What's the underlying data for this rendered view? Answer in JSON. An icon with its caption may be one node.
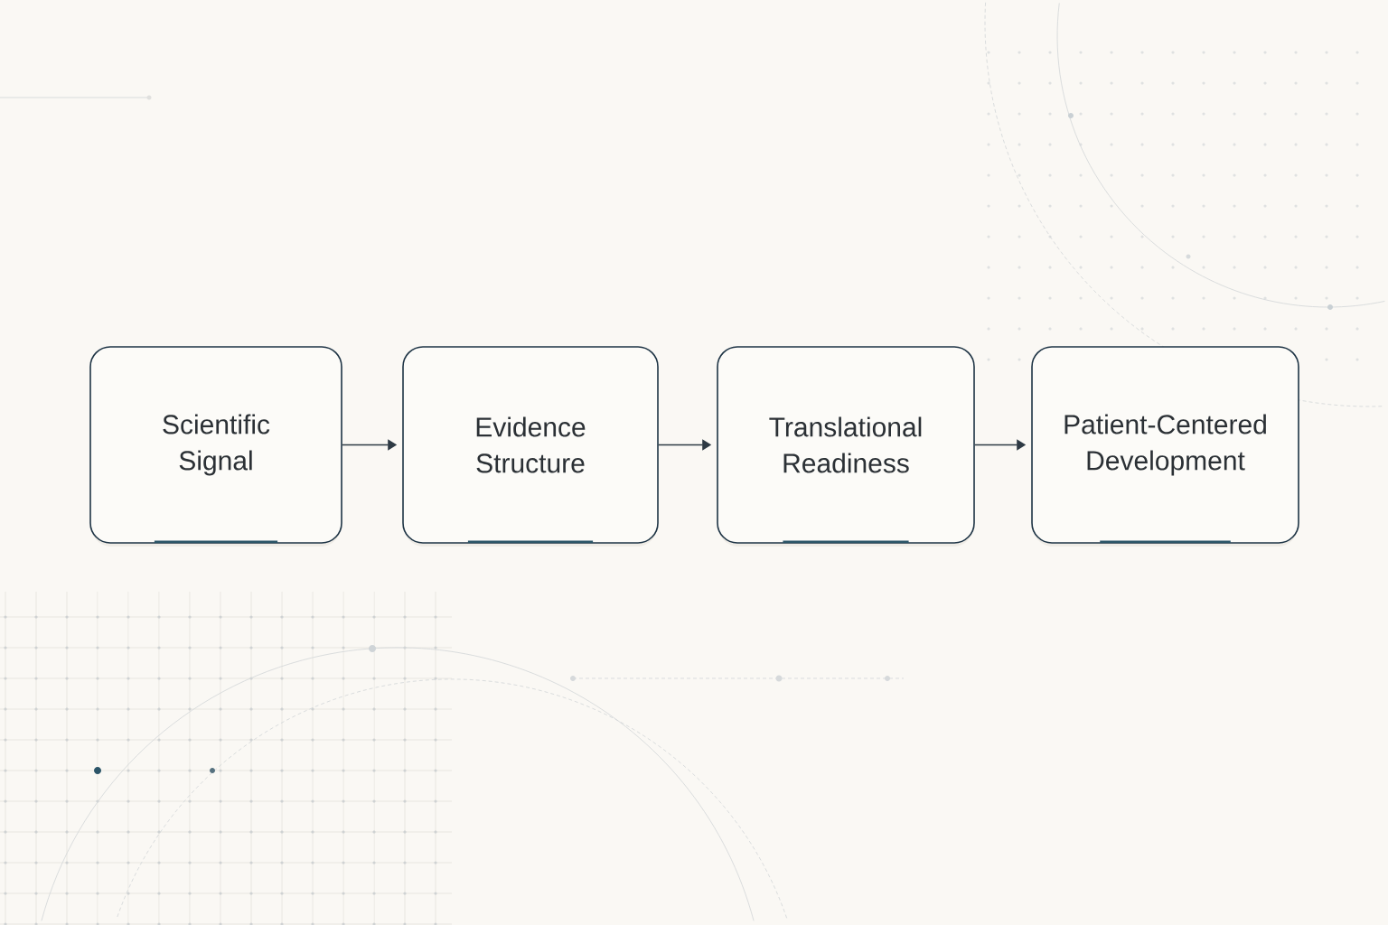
{
  "diagram": {
    "nodes": [
      {
        "text": [
          "Scientific Signal"
        ]
      },
      {
        "text": [
          "Evidence Structure"
        ]
      },
      {
        "text": [
          "Translational Readiness"
        ]
      },
      {
        "text": [
          "Patient-Centered Development"
        ]
      }
    ],
    "edges": [
      {
        "from": 0,
        "to": 1,
        "arrow": "to"
      },
      {
        "from": 1,
        "to": 2,
        "arrow": "to"
      },
      {
        "from": 2,
        "to": 3,
        "arrow": "to"
      }
    ]
  }
}
